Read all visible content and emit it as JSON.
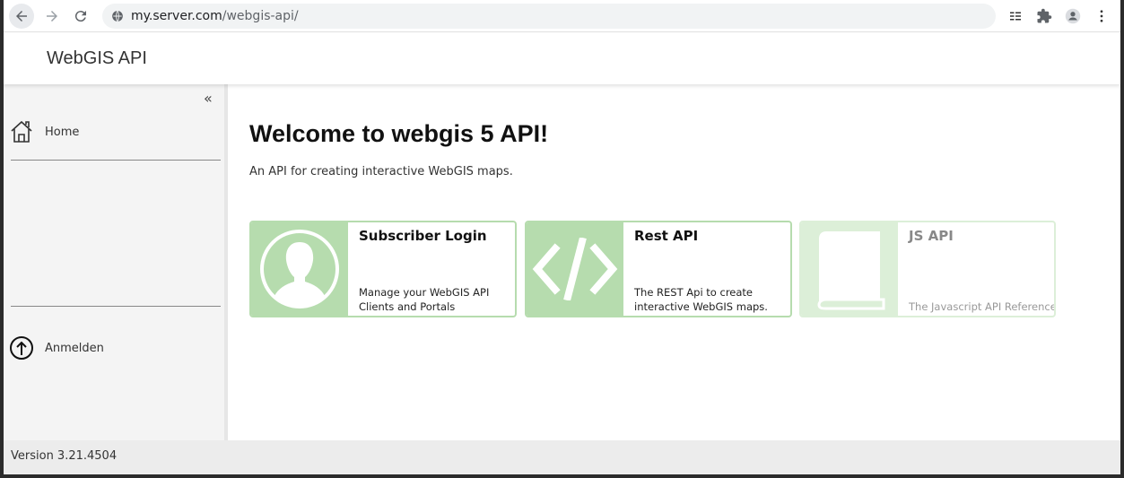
{
  "browser": {
    "url_host": "my.server.com",
    "url_path": "/webgis-api/",
    "icons": [
      "back-icon",
      "forward-icon",
      "reload-icon",
      "site-info-icon",
      "reading-list-icon",
      "extensions-icon",
      "profile-icon",
      "menu-icon"
    ]
  },
  "app": {
    "title": "WebGIS API"
  },
  "sidebar": {
    "collapse_label": "«",
    "items": [
      {
        "label": "Home",
        "icon": "home-icon"
      },
      {
        "label": "Anmelden",
        "icon": "login-icon"
      }
    ]
  },
  "main": {
    "heading": "Welcome to webgis 5 API!",
    "subheading": "An API for creating interactive WebGIS maps.",
    "tiles": [
      {
        "title": "Subscriber Login",
        "description": "Manage your WebGIS API Clients and Portals",
        "icon": "user-icon",
        "enabled": true
      },
      {
        "title": "Rest API",
        "description": "The REST Api to create interactive WebGIS maps.",
        "icon": "code-icon",
        "enabled": true
      },
      {
        "title": "JS API",
        "description": "The Javascript API Reference.",
        "icon": "book-icon",
        "enabled": false
      }
    ]
  },
  "footer": {
    "version": "Version 3.21.4504"
  },
  "colors": {
    "tile_accent": "#b6dcae",
    "tile_disabled": "#dcefd8",
    "sidebar_bg": "#f4f4f4"
  }
}
